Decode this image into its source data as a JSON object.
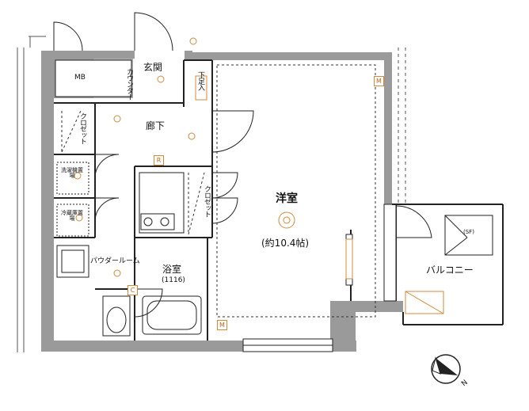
{
  "rooms": {
    "western": "洋室",
    "western_size": "(約10.4帖)",
    "balcony": "バルコニー",
    "entrance": "玄関",
    "hallway": "廊下",
    "bath": "浴室",
    "bath_size": "(1116)",
    "powder": "パウダールーム",
    "mb": "MB",
    "closet_left": "クロゼット",
    "closet_mid": "クロゼット",
    "shoe_box": "下足入",
    "counter": "カウンター",
    "washer": "洗濯機置場",
    "fridge": "冷蔵庫置場"
  },
  "markers": {
    "m": "M",
    "r": "R",
    "c": "C"
  },
  "balcony_unit": "(SF)",
  "compass": {
    "north_label": "N",
    "icon": "compass-icon"
  },
  "colors": {
    "wall": "#9a9a9a",
    "line": "#222222",
    "accent": "#d38a3a"
  }
}
